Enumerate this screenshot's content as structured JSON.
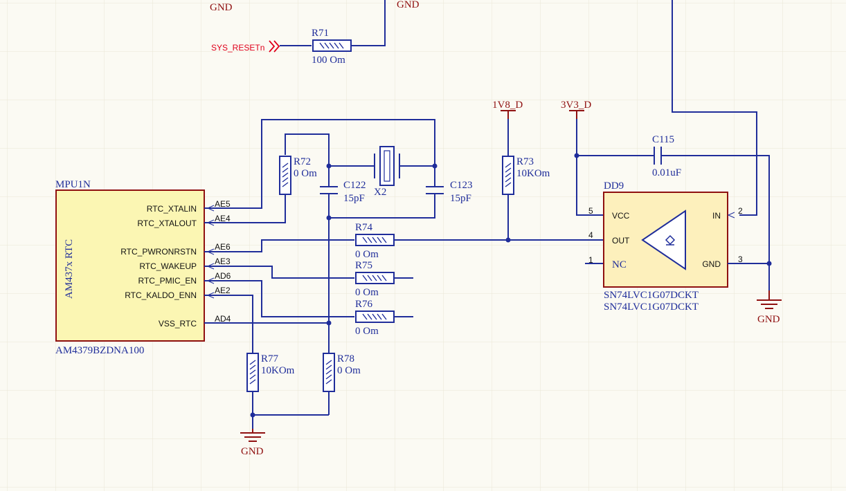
{
  "colors": {
    "background": "#fbfaf3",
    "grid": "#e9e6d6",
    "wire": "#1f2d9a",
    "net_label": "#8f1010",
    "port": "#e0001b",
    "chip_fill": "#fbf6b3",
    "chip_outline": "#8f1010",
    "driver_fill": "#fdf0bc"
  },
  "nets": {
    "gnd_top_left": "GND",
    "gnd_top_right": "GND",
    "sys_reset": "SYS_RESETn",
    "v1v8": "1V8_D",
    "v3v3": "3V3_D",
    "gnd_dd9": "GND",
    "gnd_bottom": "GND"
  },
  "components": {
    "r71": {
      "ref": "R71",
      "value": "100 Om"
    },
    "r72": {
      "ref": "R72",
      "value": "0 Om"
    },
    "r73": {
      "ref": "R73",
      "value": "10KOm"
    },
    "r74": {
      "ref": "R74",
      "value": "0 Om"
    },
    "r75": {
      "ref": "R75",
      "value": "0 Om"
    },
    "r76": {
      "ref": "R76",
      "value": "0 Om"
    },
    "r77": {
      "ref": "R77",
      "value": "10KOm"
    },
    "r78": {
      "ref": "R78",
      "value": "0 Om"
    },
    "c122": {
      "ref": "C122",
      "value": "15pF"
    },
    "c123": {
      "ref": "C123",
      "value": "15pF"
    },
    "c115": {
      "ref": "C115",
      "value": "0.01uF"
    },
    "x2": {
      "ref": "X2"
    }
  },
  "mpu": {
    "designator": "MPU1N",
    "block_name": "AM437x RTC",
    "part_number": "AM4379BZDNA100",
    "pins": [
      {
        "name": "RTC_XTALIN",
        "ball": "AE5"
      },
      {
        "name": "RTC_XTALOUT",
        "ball": "AE4"
      },
      {
        "name": "RTC_PWRONRSTN",
        "ball": "AE6"
      },
      {
        "name": "RTC_WAKEUP",
        "ball": "AE3"
      },
      {
        "name": "RTC_PMIC_EN",
        "ball": "AD6"
      },
      {
        "name": "RTC_KALDO_ENN",
        "ball": "AE2"
      },
      {
        "name": "VSS_RTC",
        "ball": "AD4"
      }
    ]
  },
  "dd9": {
    "designator": "DD9",
    "part_line1": "SN74LVC1G07DCKT",
    "part_line2": "SN74LVC1G07DCKT",
    "pins": {
      "vcc": {
        "name": "VCC",
        "num": "5"
      },
      "out": {
        "name": "OUT",
        "num": "4"
      },
      "nc": {
        "name": "NC",
        "num": "1"
      },
      "in": {
        "name": "IN",
        "num": "2"
      },
      "gnd": {
        "name": "GND",
        "num": "3"
      }
    }
  }
}
